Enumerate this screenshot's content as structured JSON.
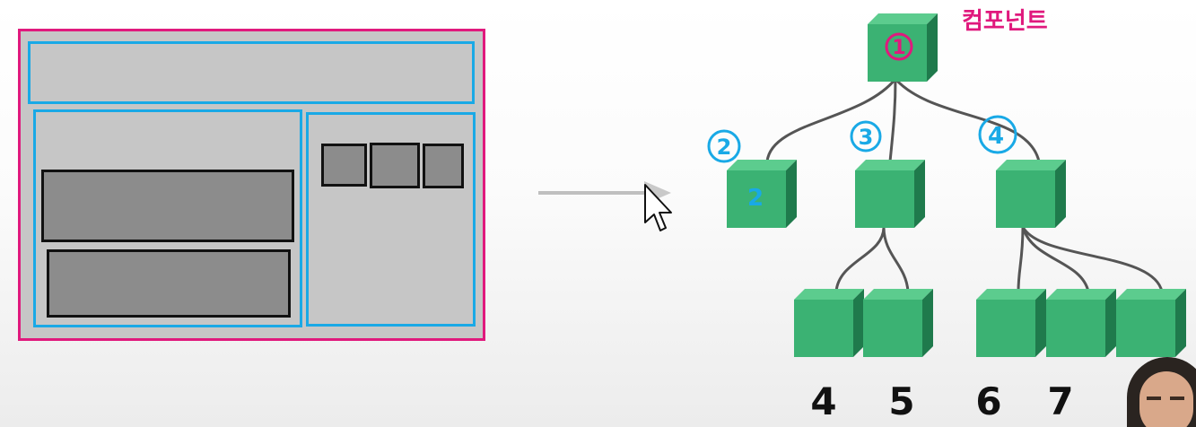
{
  "annotations": {
    "root_label": "컴포넌트",
    "node_numbers": [
      "1",
      "2",
      "3",
      "4"
    ],
    "node2_inner": "2",
    "leaf_numbers": [
      "4",
      "5",
      "6",
      "7"
    ]
  },
  "colors": {
    "magenta": "#e0197d",
    "cyan": "#19a9e6",
    "cube_green": "#3bb273",
    "connector": "#555555"
  }
}
